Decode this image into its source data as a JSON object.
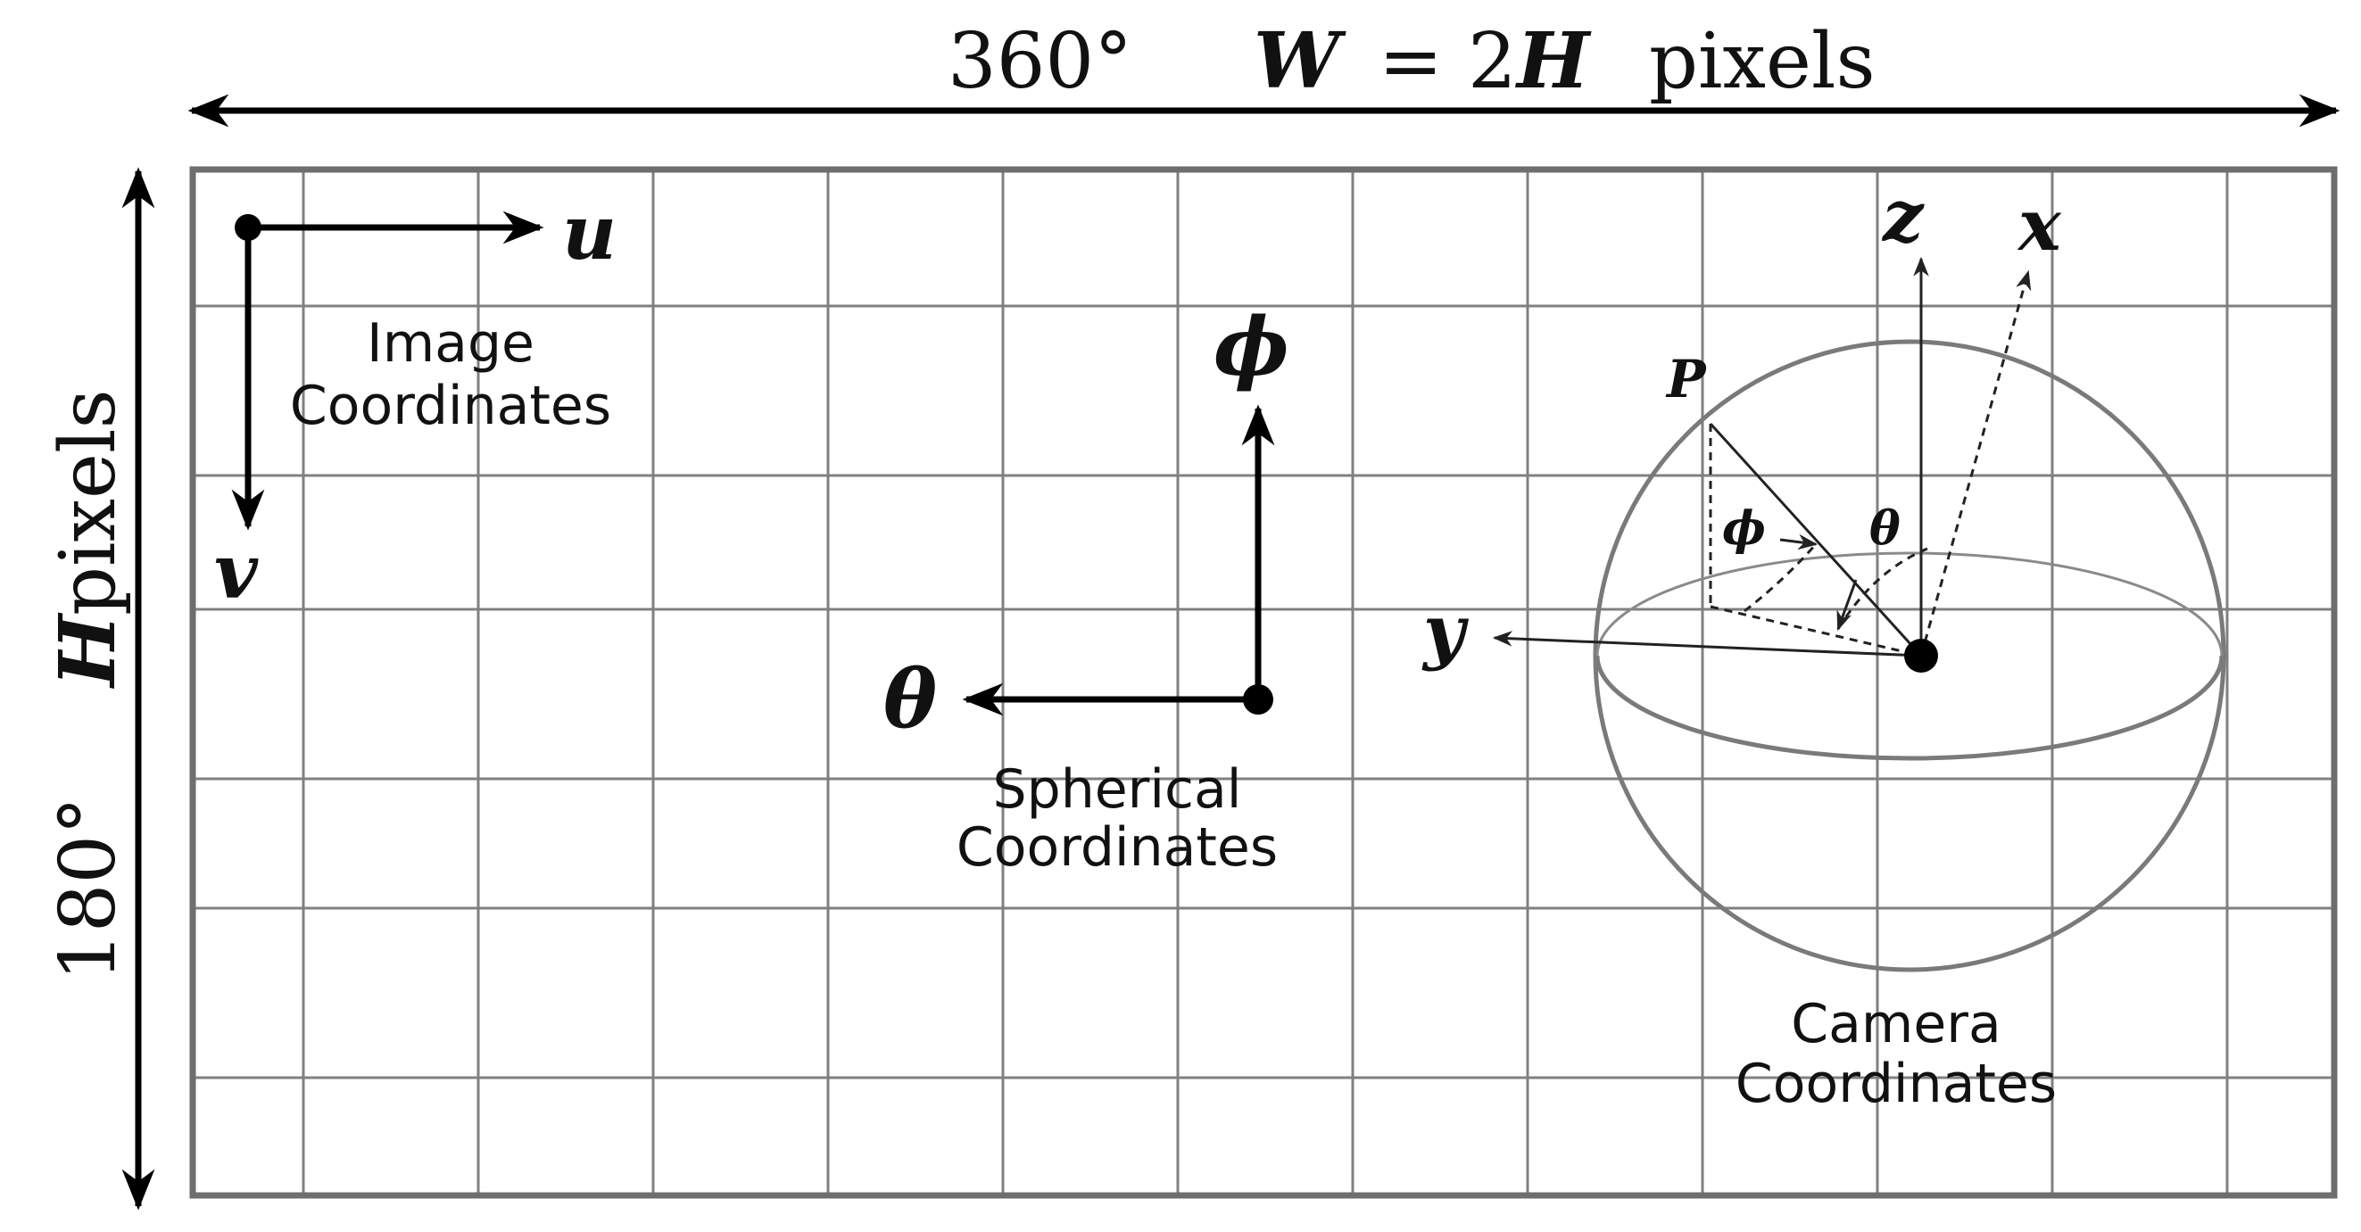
{
  "top_dimension": {
    "degrees": "360°",
    "formula_lhs": "W",
    "formula_eq": "=",
    "formula_rhs_num": "2",
    "formula_rhs_var": "H",
    "unit": "pixels"
  },
  "left_dimension": {
    "degrees": "180°",
    "var": "H",
    "unit": "pixels"
  },
  "image_coords": {
    "u": "u",
    "v": "v",
    "label_line1": "Image",
    "label_line2": "Coordinates"
  },
  "spherical_coords": {
    "phi": "ϕ",
    "theta": "θ",
    "label_line1": "Spherical",
    "label_line2": "Coordinates"
  },
  "camera_coords": {
    "x": "x",
    "y": "y",
    "z": "z",
    "point": "P",
    "phi": "ϕ",
    "theta": "θ",
    "label_line1": "Camera",
    "label_line2": "Coordinates"
  },
  "colors": {
    "grid": "#808080",
    "frame": "#6e6e6e",
    "ink": "#000000",
    "sphere": "#7a7a7a"
  }
}
